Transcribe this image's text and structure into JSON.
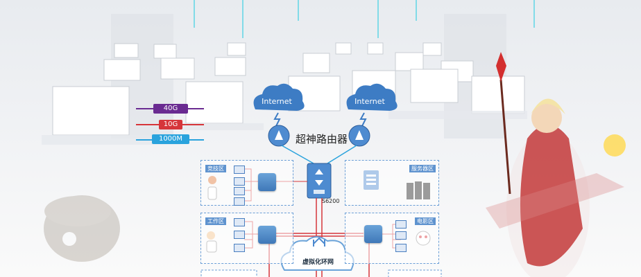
{
  "legend": {
    "items": [
      {
        "label": "40G",
        "color": "#6a2b91"
      },
      {
        "label": "10G",
        "color": "#d6353a"
      },
      {
        "label": "1000M",
        "color": "#2aa3dd"
      }
    ]
  },
  "clouds": {
    "left": "Internet",
    "right": "Internet"
  },
  "router": {
    "label": "超神路由器"
  },
  "core": {
    "label": "S6200"
  },
  "zones": {
    "esports": "竞技区",
    "server": "服务器区",
    "work": "工作区",
    "movie": "电影区"
  },
  "virtual_net": {
    "label": "虚拟化环网"
  }
}
